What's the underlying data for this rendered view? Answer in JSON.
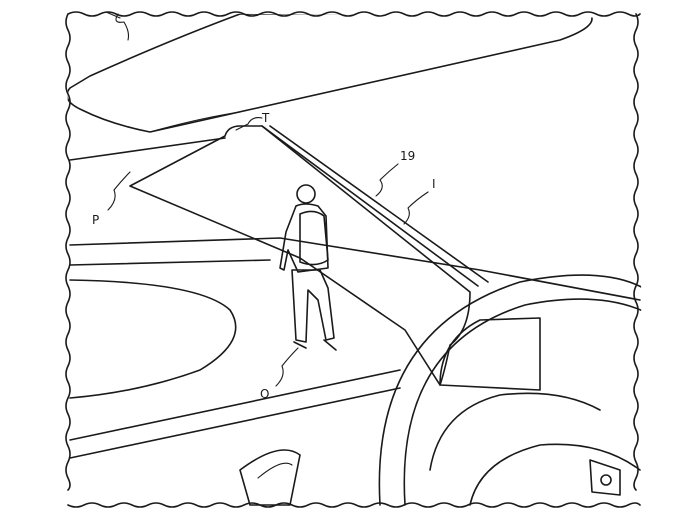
{
  "figure": {
    "labels": {
      "pillar": "T",
      "display": "19",
      "window": "I",
      "pedestrian_image": "P",
      "object": "O"
    }
  }
}
